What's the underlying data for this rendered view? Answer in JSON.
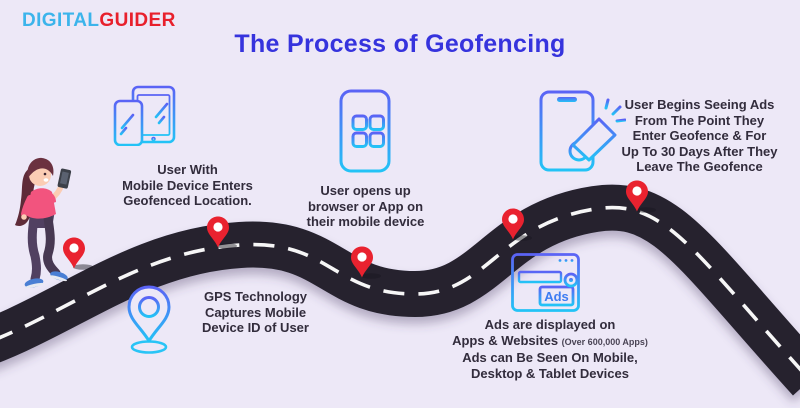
{
  "logo": {
    "part1": "DIGITAL",
    "part2": "GUIDER"
  },
  "title": "The Process of Geofencing",
  "colors": {
    "background": "#EDE8F7",
    "title_blue": "#3633DD",
    "logo_blue": "#3CB4EB",
    "logo_red": "#E8202C",
    "icon_gradient_top": "#5B63F5",
    "icon_gradient_bottom": "#23C3F6",
    "road": "#26242E",
    "pin_red": "#E9222F",
    "step_text": "#322C3C"
  },
  "graphic": {
    "road": "winding-road-with-white-dashes",
    "pin_count": 5,
    "character": "woman-walking-holding-phone"
  },
  "steps": [
    {
      "icon": "tablet-phone-icon",
      "lines": [
        "User With",
        "Mobile Device Enters",
        "Geofenced Location."
      ]
    },
    {
      "icon": "gps-pin-icon",
      "lines": [
        "GPS Technology",
        "Captures Mobile",
        "Device ID of User"
      ]
    },
    {
      "icon": "phone-apps-icon",
      "lines": [
        "User opens up",
        "browser or App on",
        "their mobile device"
      ]
    },
    {
      "icon": "browser-ads-icon",
      "icon_label": "Ads",
      "lines": [
        "Ads are displayed on",
        "Apps & Websites",
        "(Over 600,000 Apps)",
        "Ads can Be Seen On Mobile,",
        "Desktop & Tablet Devices"
      ]
    },
    {
      "icon": "phone-megaphone-icon",
      "lines": [
        "User Begins Seeing Ads",
        "From The Point They",
        "Enter Geofence & For",
        "Up To 30 Days After They",
        "Leave The Geofence"
      ]
    }
  ]
}
